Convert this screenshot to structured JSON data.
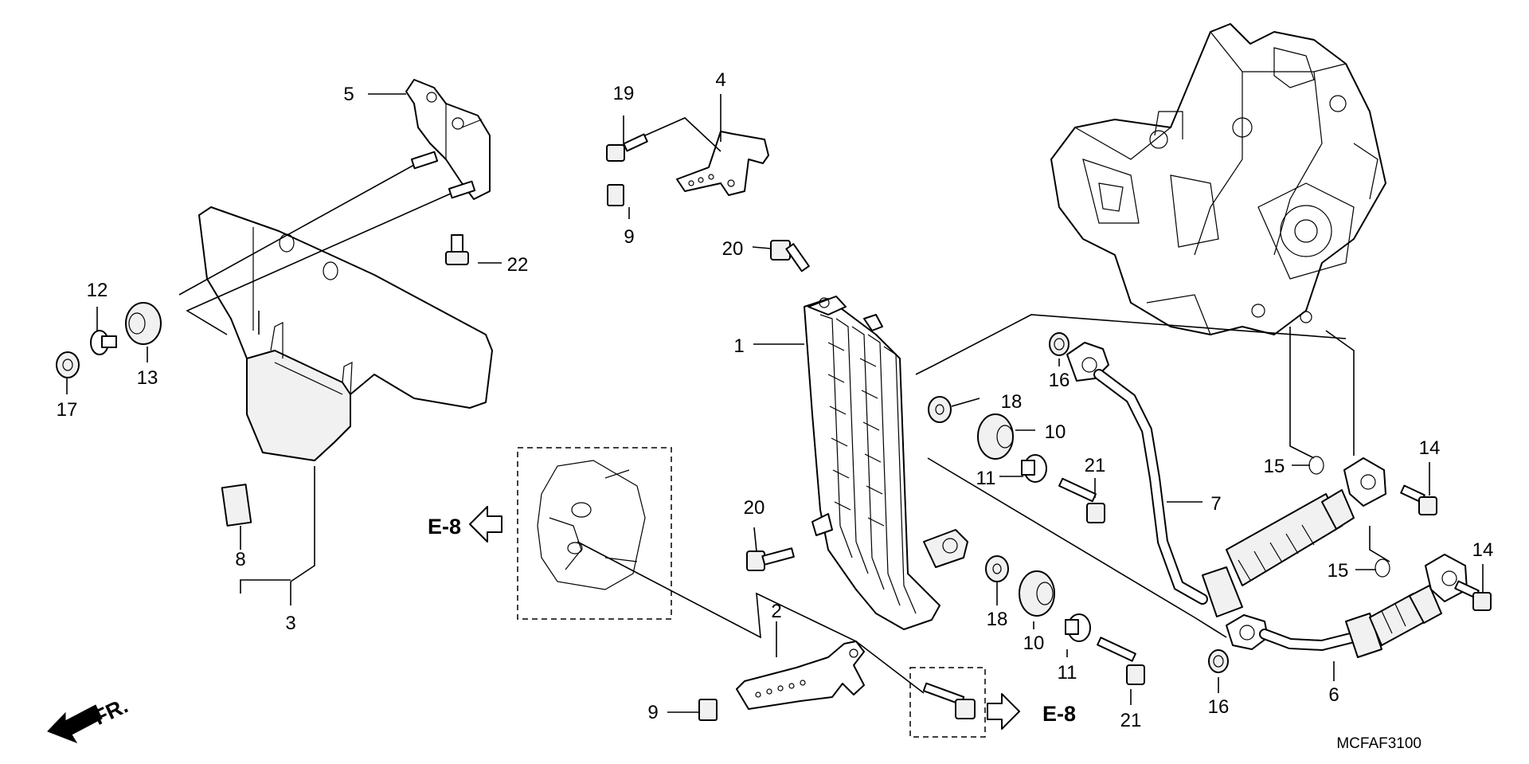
{
  "callouts": {
    "c1": "1",
    "c2": "2",
    "c3": "3",
    "c4": "4",
    "c5": "5",
    "c6": "6",
    "c7": "7",
    "c8": "8",
    "c9a": "9",
    "c9b": "9",
    "c10a": "10",
    "c10b": "10",
    "c11a": "11",
    "c11b": "11",
    "c12": "12",
    "c13": "13",
    "c14a": "14",
    "c14b": "14",
    "c15a": "15",
    "c15b": "15",
    "c16a": "16",
    "c16b": "16",
    "c17": "17",
    "c18a": "18",
    "c18b": "18",
    "c19": "19",
    "c20a": "20",
    "c20b": "20",
    "c21a": "21",
    "c21b": "21",
    "c22": "22"
  },
  "references": {
    "left": "E-8",
    "right": "E-8"
  },
  "front_indicator": "FR.",
  "diagram_code": "MCFAF3100",
  "colors": {
    "ink": "#000000",
    "paper": "#ffffff",
    "shade": "#f1f1f1"
  }
}
